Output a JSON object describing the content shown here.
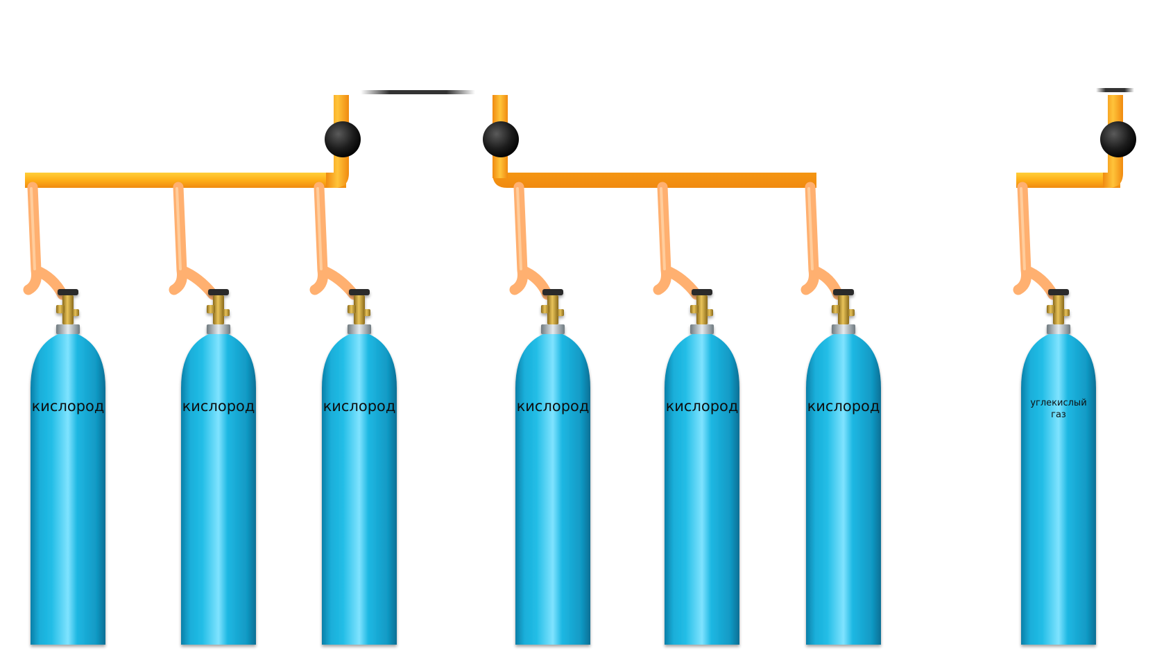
{
  "colors": {
    "background": "#ffffff",
    "pipe": "#ff9c1a",
    "pipe_highlight": "#ffd21a",
    "hose": "#ffb070",
    "hose_highlight": "#ffd4a8",
    "cylinder": "#1aaed9",
    "cylinder_dark": "#0a7fa8",
    "cylinder_light": "#7fe3ff",
    "valve_brass": "#c9a23a",
    "handwheel": "#2a2a2a",
    "valve_ball": "#1c1c1c",
    "stub_line": "#333333"
  },
  "groups": [
    {
      "name": "oxygen-group-1",
      "cylinders": [
        {
          "label_lines": [
            "кислород"
          ]
        },
        {
          "label_lines": [
            "кислород"
          ]
        },
        {
          "label_lines": [
            "кислород"
          ]
        }
      ]
    },
    {
      "name": "oxygen-group-2",
      "cylinders": [
        {
          "label_lines": [
            "кислород"
          ]
        },
        {
          "label_lines": [
            "кислород"
          ]
        },
        {
          "label_lines": [
            "кислород"
          ]
        }
      ]
    },
    {
      "name": "co2-group",
      "cylinders": [
        {
          "label_lines": [
            "углекислый",
            "газ"
          ]
        }
      ]
    }
  ]
}
